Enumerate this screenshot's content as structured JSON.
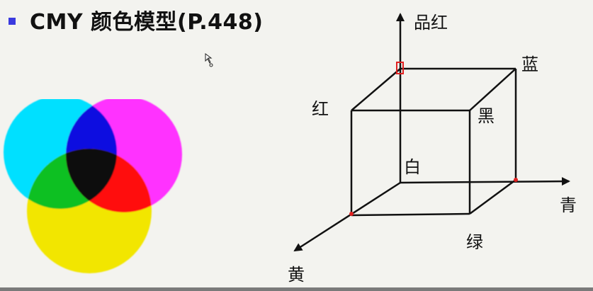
{
  "slide": {
    "title": "CMY 颜色模型(P.448)"
  },
  "colors": {
    "cyan": "#00e0ff",
    "magenta": "#ff30ff",
    "yellow": "#f2e600",
    "blue": "#1010e0",
    "green": "#10c020",
    "red": "#ff1010",
    "black": "#000000",
    "bullet": "#3a3adf",
    "corner_marker": "#e02020"
  },
  "venn": {
    "circles": [
      "cyan",
      "magenta",
      "yellow"
    ],
    "overlaps": [
      "blue",
      "green",
      "red",
      "black"
    ]
  },
  "cube": {
    "axes": {
      "up": "品红",
      "right": "青",
      "down_left": "黄"
    },
    "vertices": {
      "red": "红",
      "blue": "蓝",
      "black": "黑",
      "white": "白",
      "green": "绿"
    }
  }
}
